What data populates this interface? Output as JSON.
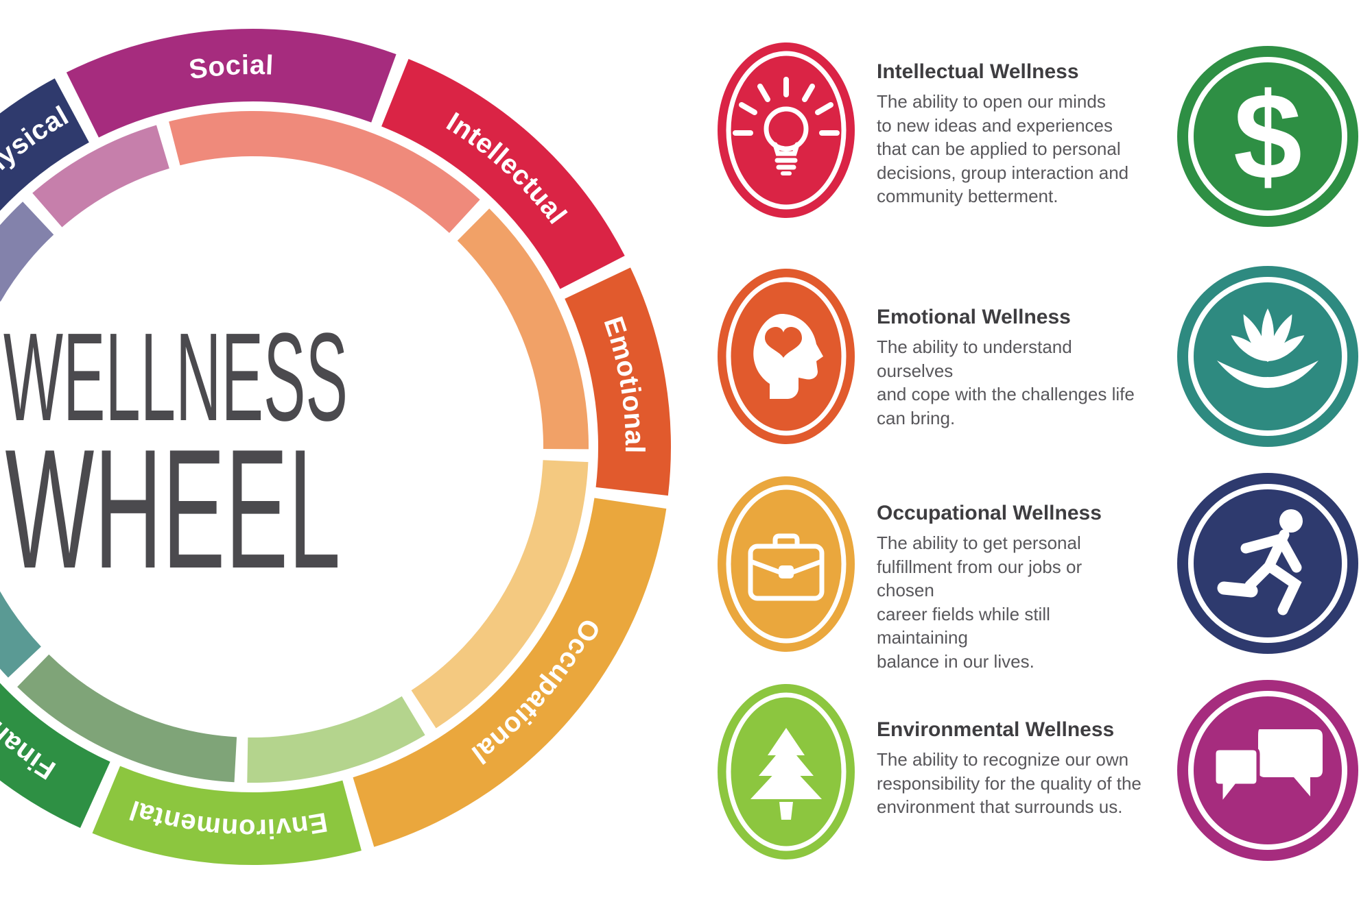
{
  "title": {
    "line1": "WELLNESS",
    "line2": "WHEEL"
  },
  "wheel": {
    "segments": [
      {
        "id": "physical",
        "label": "Physical",
        "color": "#2f3a6d",
        "tint": "#8382ab"
      },
      {
        "id": "social",
        "label": "Social",
        "color": "#a62c7e",
        "tint": "#c67fab"
      },
      {
        "id": "intellectual",
        "label": "Intellectual",
        "color": "#da2445",
        "tint": "#ef8a7b"
      },
      {
        "id": "emotional",
        "label": "Emotional",
        "color": "#e15a2d",
        "tint": "#f1a167"
      },
      {
        "id": "occupational",
        "label": "Occupational",
        "color": "#eaa73d",
        "tint": "#f4c980"
      },
      {
        "id": "environmental",
        "label": "Environmental",
        "color": "#8cc63f",
        "tint": "#b4d48d"
      },
      {
        "id": "financial",
        "label": "Financial",
        "color": "#2e9044",
        "tint": "#7fa478"
      },
      {
        "id": "spiritual",
        "label": "",
        "color": "#2e8a80",
        "tint": "#5a9a94"
      }
    ]
  },
  "cards": [
    {
      "id": "intellectual",
      "icon": "lightbulb-icon",
      "color": "#da2445",
      "heading": "Intellectual Wellness",
      "body": "The ability to open our minds\nto new ideas and experiences\nthat can be applied to personal\ndecisions, group interaction and\ncommunity betterment."
    },
    {
      "id": "emotional",
      "icon": "head-heart-icon",
      "color": "#e15a2d",
      "heading": "Emotional Wellness",
      "body": "The ability to understand ourselves\nand cope with the challenges life\ncan bring."
    },
    {
      "id": "occupational",
      "icon": "briefcase-icon",
      "color": "#eaa73d",
      "heading": "Occupational Wellness",
      "body": "The ability to get personal\nfulfillment from our jobs or chosen\ncareer fields while still maintaining\nbalance in our lives."
    },
    {
      "id": "environmental",
      "icon": "pine-tree-icon",
      "color": "#8cc63f",
      "heading": "Environmental Wellness",
      "body": "The ability to recognize our own\nresponsibility for the quality of the\nenvironment that surrounds us."
    }
  ],
  "badges": [
    {
      "id": "financial",
      "icon": "dollar-icon",
      "color": "#2e8f44",
      "glyph": "$"
    },
    {
      "id": "spiritual",
      "icon": "lotus-icon",
      "color": "#2e8a80"
    },
    {
      "id": "physical",
      "icon": "runner-icon",
      "color": "#2e3a6e"
    },
    {
      "id": "social",
      "icon": "chat-bubbles-icon",
      "color": "#a62c7e"
    }
  ]
}
